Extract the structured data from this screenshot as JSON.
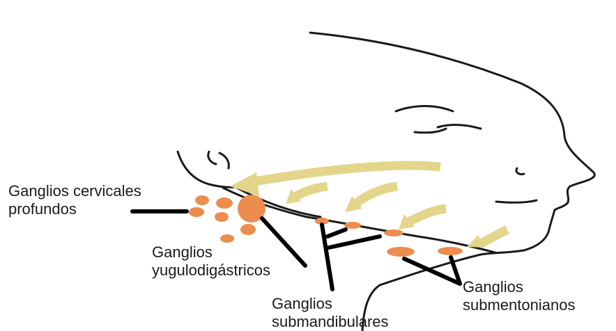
{
  "labels": {
    "cervicales": {
      "line1": "Ganglios cervicales",
      "line2": "profundos"
    },
    "yugulodigastricos": {
      "line1": "Ganglios",
      "line2": "yugulodigástricos"
    },
    "submandibulares": {
      "line1": "Ganglios",
      "line2": "submandibulares"
    },
    "submentonianos": {
      "line1": "Ganglios",
      "line2": "submentonianos"
    }
  },
  "colors": {
    "outline": "#1a1a1a",
    "lymph_node": "#ec8d4e",
    "drainage_arrow": "#e3d68a",
    "pointer_line": "#000000"
  }
}
